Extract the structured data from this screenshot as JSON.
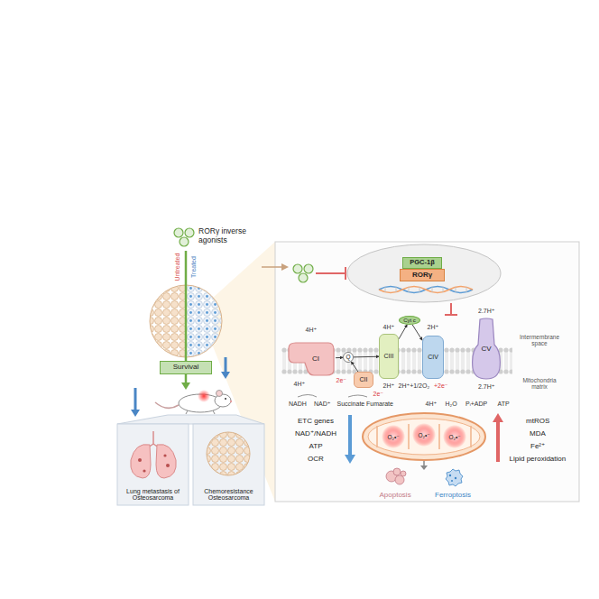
{
  "diagram": {
    "nodes": [
      {
        "text": [
          "Survival"
        ]
      },
      {
        "text": [
          "Lung metastasis of Osteosarcoma"
        ]
      },
      {
        "text": [
          "Chemoresistance Osteosarcoma"
        ]
      },
      {
        "text": [
          "PGC-1β"
        ]
      },
      {
        "text": [
          "RORγ"
        ]
      },
      {
        "text": [
          "CI"
        ]
      },
      {
        "text": [
          "Q"
        ]
      },
      {
        "text": [
          "CII"
        ]
      },
      {
        "text": [
          "Cyt c"
        ]
      },
      {
        "text": [
          "CIII"
        ]
      },
      {
        "text": [
          "CIV"
        ]
      },
      {
        "text": [
          "CV"
        ]
      }
    ],
    "edges": [
      {
        "from": 5,
        "to": 6,
        "arrow": "to",
        "label": "2e⁻"
      },
      {
        "from": 7,
        "to": 6,
        "arrow": "to",
        "label": "2e⁻"
      },
      {
        "from": 6,
        "to": 9,
        "arrow": "to"
      },
      {
        "from": 9,
        "to": 8,
        "arrow": "to"
      },
      {
        "from": 8,
        "to": 10,
        "arrow": "to"
      }
    ],
    "labels": [
      "RORγ inverse agonists",
      "Untreated",
      "Treated",
      "4H⁺",
      "4H⁺",
      "2H⁺",
      "2.7H⁺",
      "Intermembrane space",
      "4H⁺",
      "2H⁺",
      "2H⁺+1/2O₂",
      "+2e⁻",
      "2.7H⁺",
      "Mitochondria matrix",
      "NADH",
      "NAD⁺",
      "Succinate",
      "Fumarate",
      "4H⁺",
      "H₂O",
      "Pᵢ+ADP",
      "ATP",
      "ETC genes",
      "NAD⁺/NADH",
      "ATP",
      "OCR",
      "mtROS",
      "MDA",
      "Fe²⁺",
      "Lipid peroxidation",
      "O₂•⁻",
      "O₂•⁻",
      "O₂•⁻",
      "Apoptosis",
      "Ferroptosis"
    ]
  }
}
